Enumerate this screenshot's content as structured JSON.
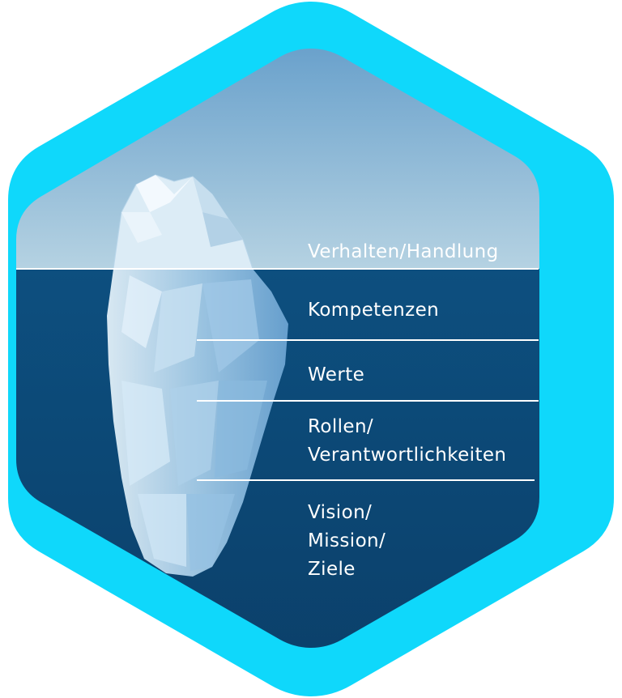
{
  "colors": {
    "frame": "#0fd8fb",
    "sky_top": "#5a97c7",
    "sky_bottom": "#b5d2e2",
    "water_top": "#0d4f7f",
    "water_bottom": "#0b3f69",
    "iceberg_light": "#e9f5fc",
    "iceberg_mid": "#a9cfea",
    "iceberg_dark": "#6ea6d4",
    "label_text": "#ffffff"
  },
  "diagram": {
    "layers": [
      {
        "lines": [
          "Verhalten/Handlung"
        ]
      },
      {
        "lines": [
          "Kompetenzen"
        ]
      },
      {
        "lines": [
          "Werte"
        ]
      },
      {
        "lines": [
          "Rollen/",
          "Verantwortlichkeiten"
        ]
      },
      {
        "lines": [
          "Vision/",
          "Mission/",
          "Ziele"
        ]
      }
    ]
  }
}
